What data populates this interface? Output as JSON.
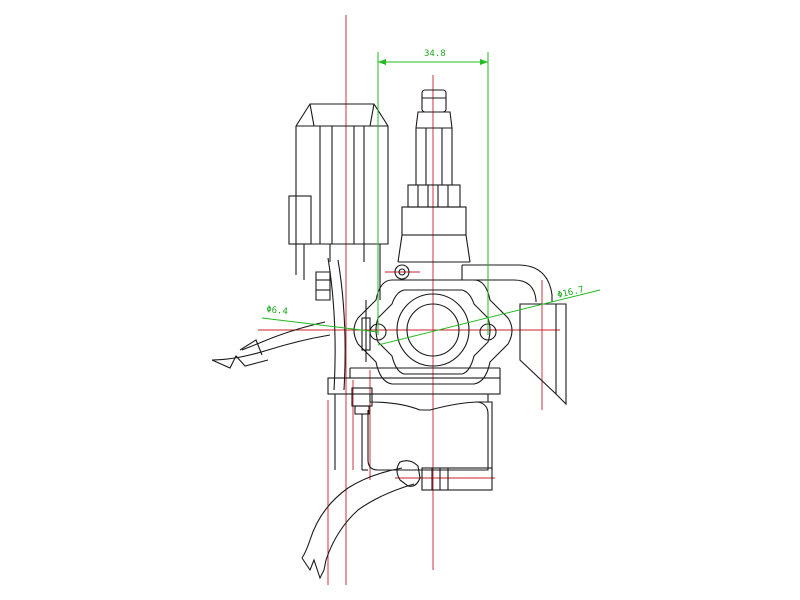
{
  "dimensions": {
    "width_label": "34.8",
    "left_hole_label": "Φ6.4",
    "right_bore_label": "Φ16.7"
  },
  "colors": {
    "outline": "#1a1a1a",
    "centerline": "#c8202a",
    "dimension": "#22bb22"
  }
}
